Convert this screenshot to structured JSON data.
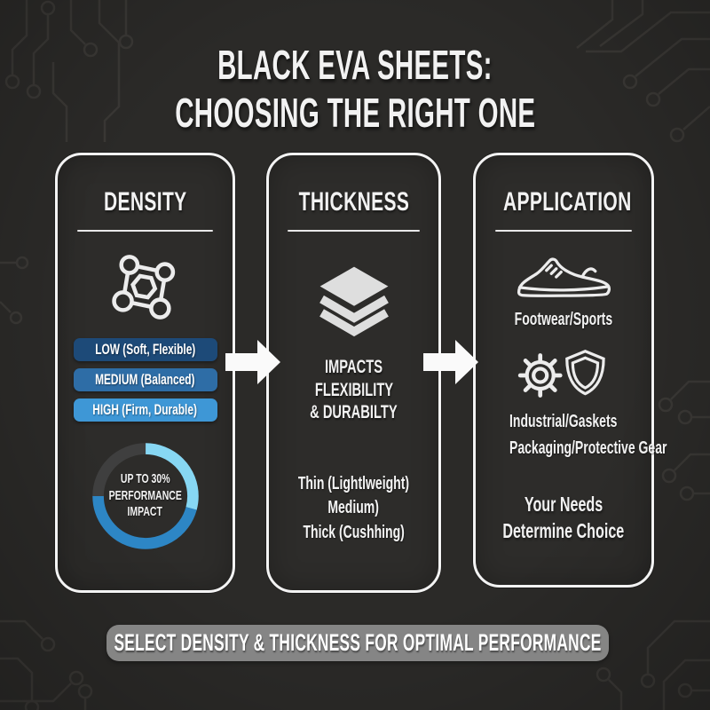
{
  "title": {
    "line1": "BLACK EVA SHEETS:",
    "line2": "CHOOSING THE RIGHT ONE"
  },
  "columns": {
    "density": {
      "header": "DENSITY",
      "icon": "molecule-icon",
      "levels": [
        {
          "label": "LOW (Soft, Flexible)",
          "color": "#1d4a78"
        },
        {
          "label": "MEDIUM (Balanced)",
          "color": "#2e6da6"
        },
        {
          "label": "HIGH (Firm, Durable)",
          "color": "#3e97d6"
        }
      ],
      "donut": {
        "line1": "UP TO 30%",
        "line2": "PERFORMANCE",
        "line3": "IMPACT",
        "segments": [
          {
            "name": "light-blue",
            "color": "#87d7f3",
            "sweep_degrees": 105
          },
          {
            "name": "blue",
            "color": "#2d86c5",
            "sweep_degrees": 165
          },
          {
            "name": "gray",
            "color": "#3f3f3f",
            "sweep_degrees": 90
          }
        ]
      }
    },
    "thickness": {
      "header": "THICKNESS",
      "icon": "layers-icon",
      "impact_line1": "IMPACTS",
      "impact_line2": "FLEXIBILITY",
      "impact_line3": "& DURABILTY",
      "options": [
        "Thin (Lightlweight)",
        "Medium)",
        "Thick (Cushhing)"
      ]
    },
    "application": {
      "header": "APPLICATION",
      "icons": [
        "sneaker-icon",
        "gear-icon",
        "shield-icon"
      ],
      "item_footwear": "Footwear/Sports",
      "item_industrial": "Industrial/Gaskets",
      "item_packaging": "Packaging/Protective Gear",
      "note_line1": "Your Needs",
      "note_line2": "Determine Choice"
    }
  },
  "footer": {
    "banner": "SELECT DENSITY & THICKNESS FOR OPTIMAL PERFORMANCE"
  },
  "theme": {
    "background": "#2b2a28",
    "circuit_trace": "#3a3835",
    "panel_border": "#f3f3f3",
    "banner_background": "#8d8d8d",
    "text": "#f2f2f2"
  }
}
